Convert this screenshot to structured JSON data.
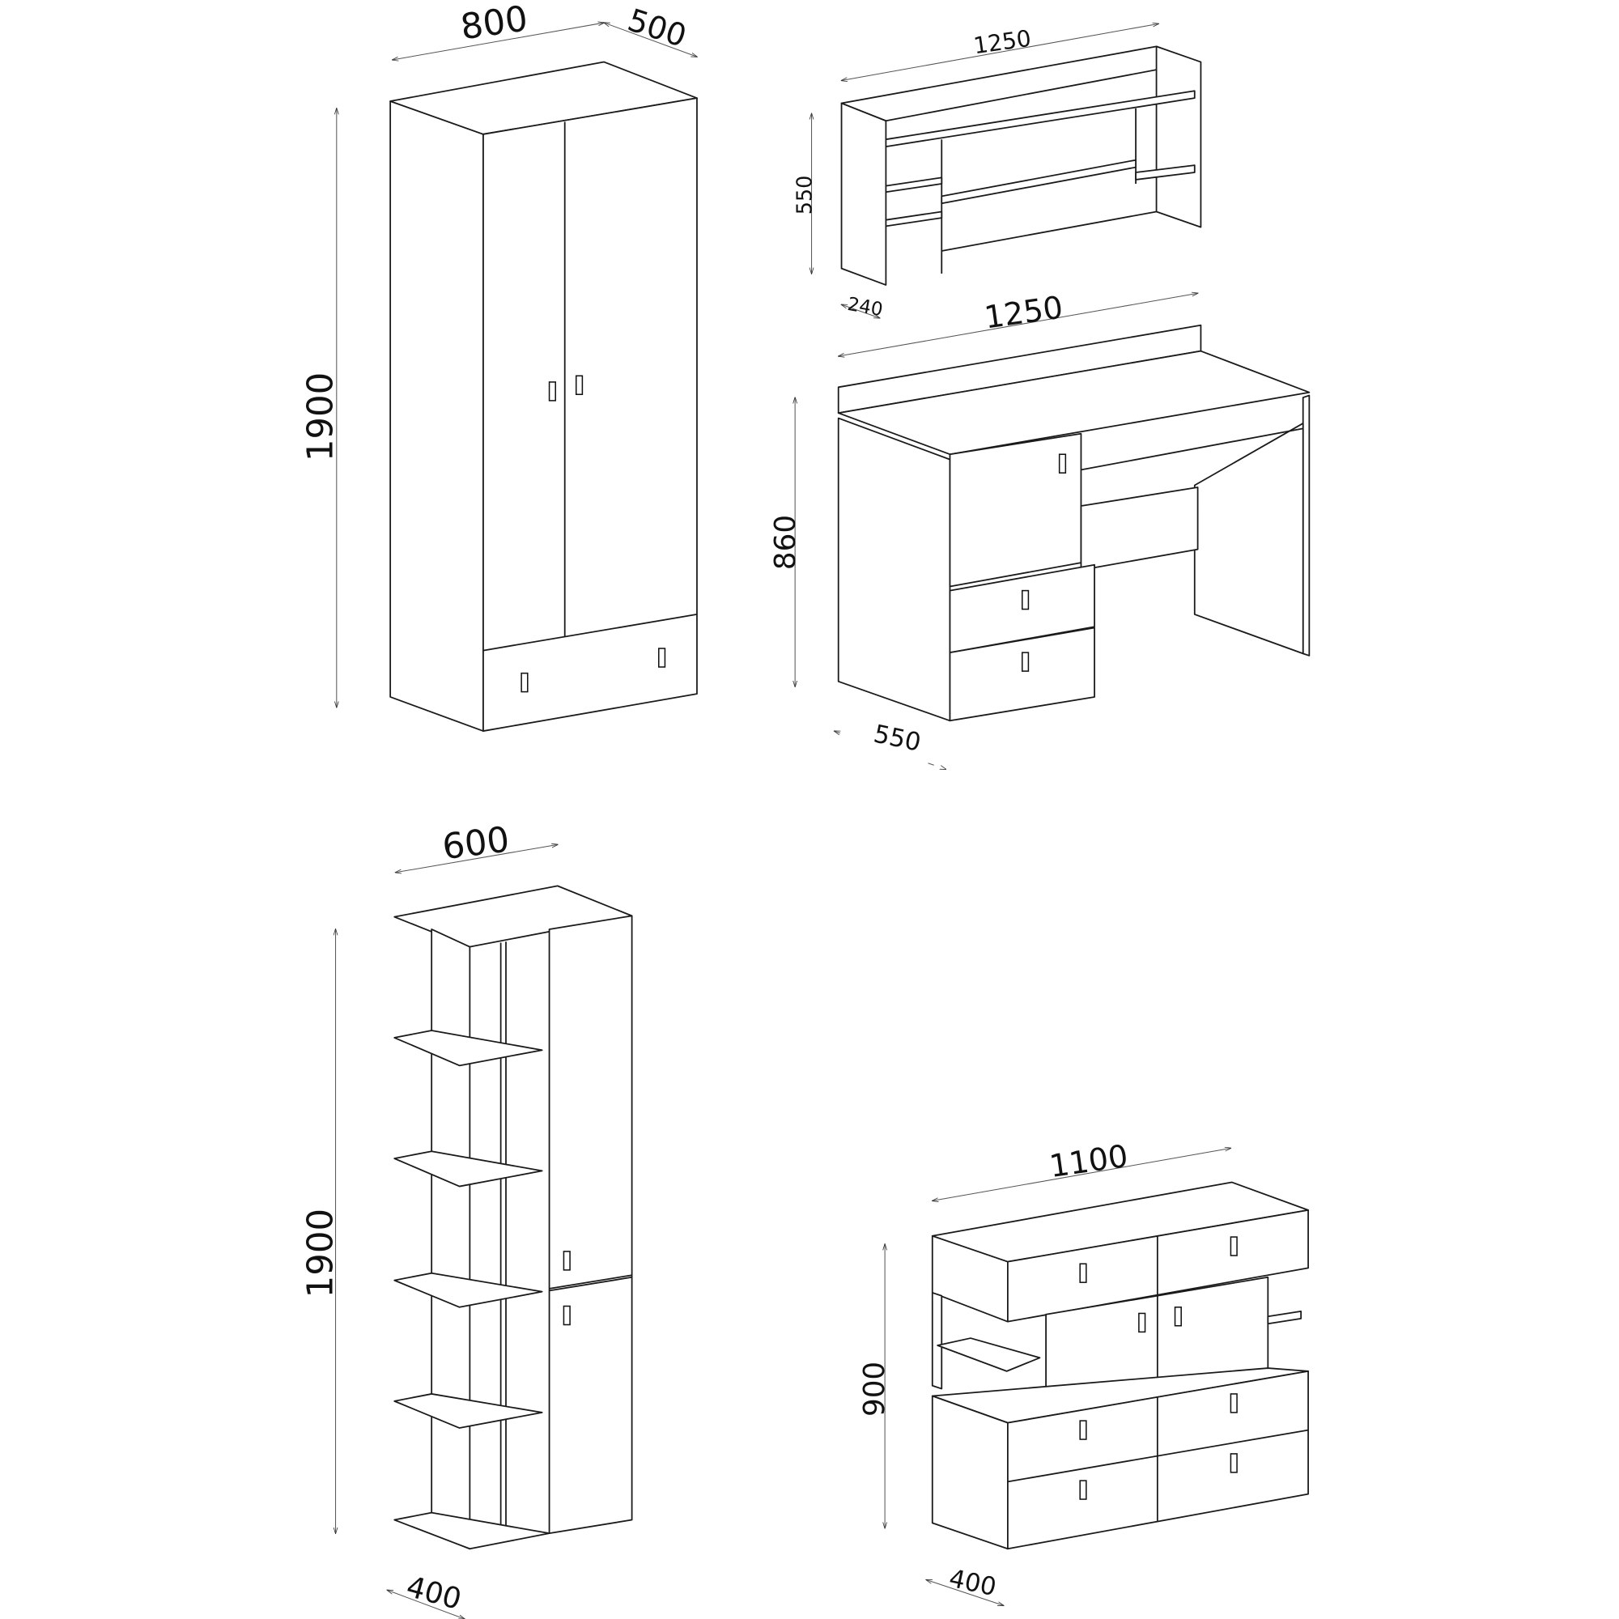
{
  "colors": {
    "line": "#1a1a1a",
    "background": "#ffffff"
  },
  "wardrobe": {
    "width": "800",
    "depth": "500",
    "height": "1900"
  },
  "wall_shelf": {
    "width": "1250",
    "height": "550",
    "depth": "240"
  },
  "desk": {
    "width": "1250",
    "height": "860",
    "depth": "550"
  },
  "bookcase": {
    "width": "600",
    "height": "1900",
    "depth": "400"
  },
  "dresser": {
    "width": "1100",
    "height": "900",
    "depth": "400"
  }
}
